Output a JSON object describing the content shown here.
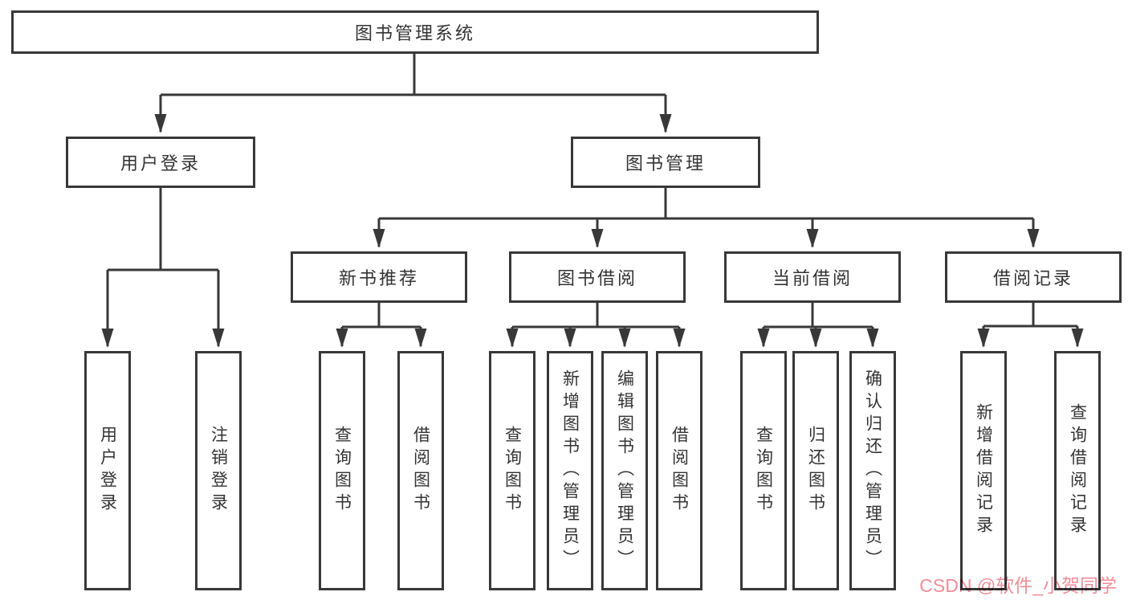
{
  "diagram": {
    "root": {
      "label": "图书管理系统"
    },
    "branches": [
      {
        "label": "用户登录",
        "children": [
          {
            "label": "用户登录"
          },
          {
            "label": "注销登录"
          }
        ]
      },
      {
        "label": "图书管理",
        "children": [
          {
            "label": "新书推荐",
            "children": [
              {
                "label": "查询图书"
              },
              {
                "label": "借阅图书"
              }
            ]
          },
          {
            "label": "图书借阅",
            "children": [
              {
                "label": "查询图书"
              },
              {
                "label": "新增图书（管理员）"
              },
              {
                "label": "编辑图书（管理员）"
              },
              {
                "label": "借阅图书"
              }
            ]
          },
          {
            "label": "当前借阅",
            "children": [
              {
                "label": "查询图书"
              },
              {
                "label": "归还图书"
              },
              {
                "label": "确认归还（管理员）"
              }
            ]
          },
          {
            "label": "借阅记录",
            "children": [
              {
                "label": "新增借阅记录"
              },
              {
                "label": "查询借阅记录"
              }
            ]
          }
        ]
      }
    ]
  },
  "watermark": {
    "text": "CSDN @软件_小贺同学",
    "color": "#ee8e9a"
  },
  "colors": {
    "line": "#383838",
    "text": "#333333",
    "background": "#ffffff"
  }
}
